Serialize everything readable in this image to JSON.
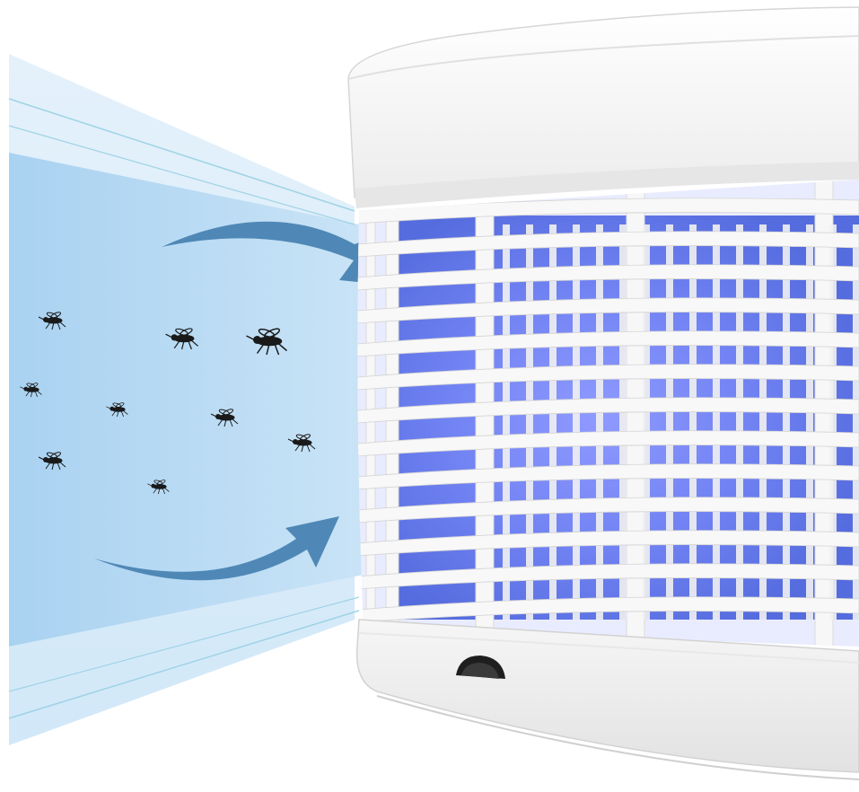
{
  "scene": {
    "subject": "mosquito-killer-lamp",
    "colors": {
      "background": "#ffffff",
      "beam_light": "#cfe6f7",
      "beam_mid": "#a9d2f1",
      "beam_deep": "#93c6ec",
      "arrow": "#4f88b6",
      "lamp_body": "#f4f4f4",
      "lamp_shadow": "#d8d8d8",
      "uv_glow": "#5b6ff0",
      "grill": "#f7f7f7",
      "insect": "#1a1a1a"
    },
    "icons": [
      "mosquito-icon",
      "arrow-icon"
    ],
    "insect_count": 10,
    "arrow_count": 2
  }
}
